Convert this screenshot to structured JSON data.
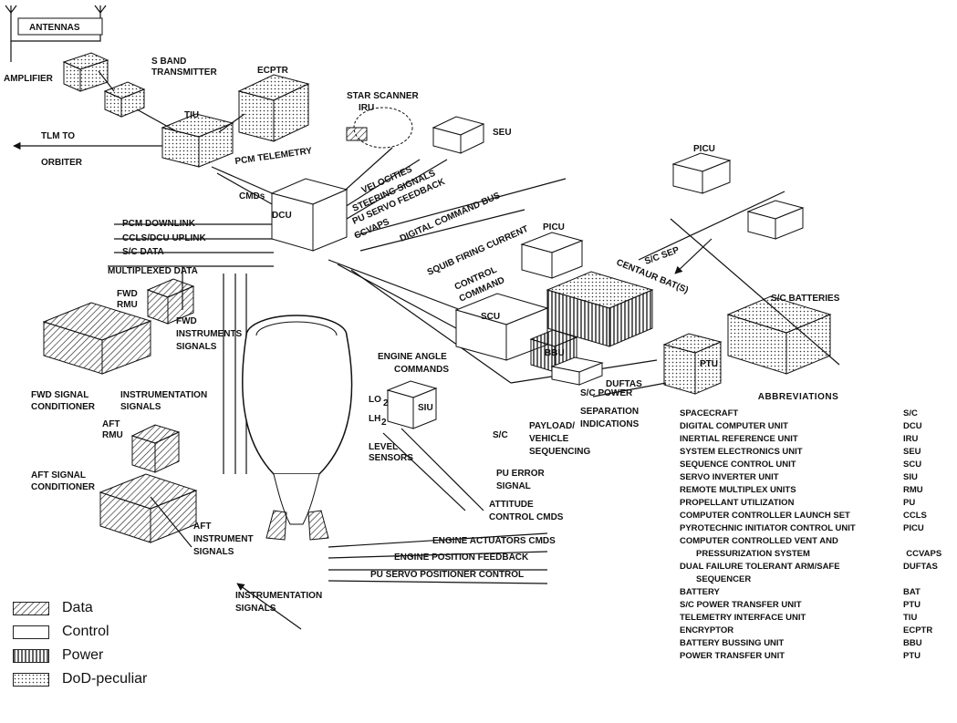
{
  "components": {
    "antennas": "ANTENNAS",
    "amplifier": "AMPLIFIER",
    "s_band_transmitter": [
      "S BAND",
      "TRANSMITTER"
    ],
    "ecptr": "ECPTR",
    "tiu": "TIU",
    "star_scanner": "STAR SCANNER",
    "iru": "IRU",
    "seu": "SEU",
    "dcu": "DCU",
    "picu_upper": "PICU",
    "picu_middle": "PICU",
    "centaur_bats": "CENTAUR BAT(S)",
    "sc_batteries": "S/C BATTERIES",
    "scu": "SCU",
    "bbu": "BBU",
    "ptu": "PTU",
    "duftas": "DUFTAS",
    "fwd_rmu": [
      "FWD",
      "RMU"
    ],
    "fwd_signal_conditioner": [
      "FWD SIGNAL",
      "CONDITIONER"
    ],
    "aft_rmu": [
      "AFT",
      "RMU"
    ],
    "aft_signal_conditioner": [
      "AFT SIGNAL",
      "CONDITIONER"
    ],
    "siu": "SIU",
    "lo2": "LO",
    "lh2": "LH",
    "level_sensors": [
      "LEVEL",
      "SENSORS"
    ]
  },
  "signals": {
    "tlm_to_orbiter": [
      "TLM TO",
      "ORBITER"
    ],
    "pcm_telemetry": "PCM TELEMETRY",
    "cmds": "CMDs",
    "velocities": "VELOCITIES",
    "steering_signals": "STEERING SIGNALS",
    "pu_servo_feedback": "PU SERVO FEEDBACK",
    "ccvaps": "CCVAPS",
    "digital_command_bus": "DIGITAL COMMAND BUS",
    "squib_firing_current": "SQUIB FIRING CURRENT",
    "control_command": [
      "CONTROL",
      "COMMAND"
    ],
    "sc_sep": "S/C  SEP",
    "pcm_downlink": "PCM DOWNLINK",
    "ccls_dcu_uplink": "CCLS/DCU UPLINK",
    "sc_data": "S/C DATA",
    "multiplexed_data": "MULTIPLEXED DATA",
    "fwd_instruments_signals": [
      "FWD",
      "INSTRUMENTS",
      "SIGNALS"
    ],
    "instrumentation_signals_fwd": [
      "INSTRUMENTATION",
      "SIGNALS"
    ],
    "engine_angle_commands": [
      "ENGINE ANGLE",
      "COMMANDS"
    ],
    "sc_power": "S/C POWER",
    "separation_indications": [
      "SEPARATION",
      "INDICATIONS"
    ],
    "sc": "S/C",
    "payload_vehicle_sequencing": [
      "PAYLOAD/",
      "VEHICLE",
      "SEQUENCING"
    ],
    "pu_error_signal": [
      "PU ERROR",
      "SIGNAL"
    ],
    "attitude_control_cmds": [
      "ATTITUDE",
      "CONTROL CMDS"
    ],
    "aft_instrument_signals": [
      "AFT",
      "INSTRUMENT",
      "SIGNALS"
    ],
    "engine_actuators_cmds": "ENGINE ACTUATORS CMDS",
    "engine_position_feedback": "ENGINE POSITION FEEDBACK",
    "pu_servo_positioner_control": "PU SERVO POSITIONER CONTROL",
    "instrumentation_signals_aft": [
      "INSTRUMENTATION",
      "SIGNALS"
    ]
  },
  "legend": [
    {
      "label": "Data",
      "pattern": "hatch"
    },
    {
      "label": "Control",
      "pattern": "plain"
    },
    {
      "label": "Power",
      "pattern": "vertical"
    },
    {
      "label": "DoD-peculiar",
      "pattern": "dots"
    }
  ],
  "abbreviations": {
    "title": "ABBREVIATIONS",
    "rows": [
      {
        "term": "SPACECRAFT",
        "code": "S/C"
      },
      {
        "term": "DIGITAL COMPUTER UNIT",
        "code": "DCU"
      },
      {
        "term": "INERTIAL REFERENCE UNIT",
        "code": "IRU"
      },
      {
        "term": "SYSTEM ELECTRONICS UNIT",
        "code": "SEU"
      },
      {
        "term": "SEQUENCE CONTROL UNIT",
        "code": "SCU"
      },
      {
        "term": "SERVO INVERTER UNIT",
        "code": "SIU"
      },
      {
        "term": "REMOTE MULTIPLEX UNITS",
        "code": "RMU"
      },
      {
        "term": "PROPELLANT UTILIZATION",
        "code": "PU"
      },
      {
        "term": "COMPUTER CONTROLLER LAUNCH SET",
        "code": "CCLS"
      },
      {
        "term": "PYROTECHNIC INITIATOR CONTROL UNIT",
        "code": "PICU"
      },
      {
        "term": "COMPUTER CONTROLLED VENT AND",
        "code": ""
      },
      {
        "term": "PRESSURIZATION SYSTEM",
        "code": "CCVAPS"
      },
      {
        "term": "DUAL FAILURE TOLERANT ARM/SAFE",
        "code": "DUFTAS"
      },
      {
        "term": "SEQUENCER",
        "code": ""
      },
      {
        "term": "BATTERY",
        "code": "BAT"
      },
      {
        "term": "S/C POWER TRANSFER UNIT",
        "code": "PTU"
      },
      {
        "term": "TELEMETRY INTERFACE UNIT",
        "code": "TIU"
      },
      {
        "term": "ENCRYPTOR",
        "code": "ECPTR"
      },
      {
        "term": "BATTERY BUSSING UNIT",
        "code": "BBU"
      },
      {
        "term": "POWER TRANSFER UNIT",
        "code": "PTU"
      }
    ]
  },
  "colors": {
    "ink": "#111111",
    "paper": "#ffffff"
  }
}
